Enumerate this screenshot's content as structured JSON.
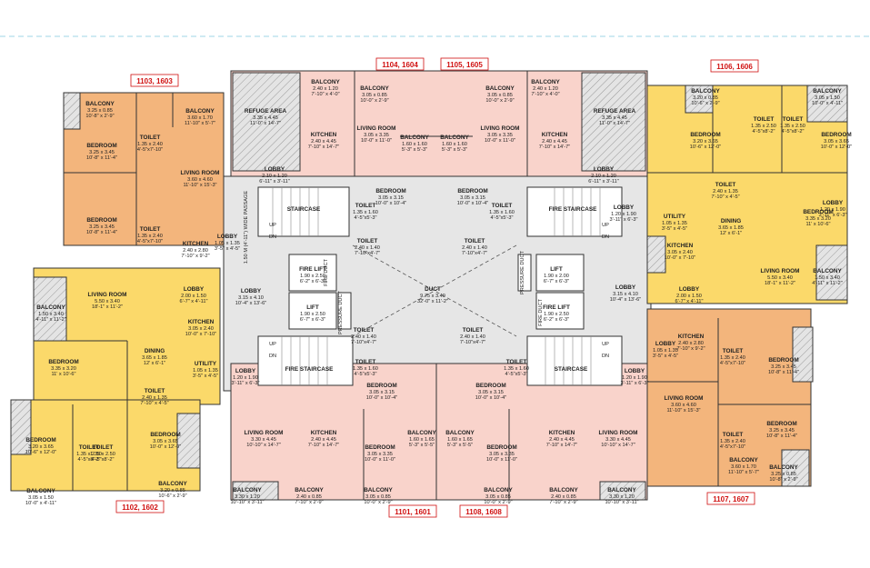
{
  "unit_tags": [
    {
      "text": "1103, 1603"
    },
    {
      "text": "1104, 1604"
    },
    {
      "text": "1105, 1605"
    },
    {
      "text": "1106, 1606"
    },
    {
      "text": "1102, 1602"
    },
    {
      "text": "1101, 1601"
    },
    {
      "text": "1108, 1608"
    },
    {
      "text": "1107, 1607"
    }
  ],
  "colors": {
    "orange": "#f3b57c",
    "yellow": "#fbd96a",
    "pink": "#f9d3cb",
    "grey": "#e0e0e0",
    "balcony": "#dcdcdc",
    "wall": "#333333",
    "tag_red": "#d01010",
    "dash": "#9fd4e6"
  },
  "rooms": [
    {
      "name": "BALCONY",
      "dim": "3.25 x 0.85",
      "imp": "10'-8\" x 2'-9\""
    },
    {
      "name": "BALCONY",
      "dim": "3.60 x 1.70",
      "imp": "11'-10\" x 5'-7\""
    },
    {
      "name": "BEDROOM",
      "dim": "3.25 x 3.45",
      "imp": "10'-8\" x 11'-4\""
    },
    {
      "name": "TOILET",
      "dim": "1.35 x 2.40",
      "imp": "4'-5\"x7'-10\""
    },
    {
      "name": "LIVING ROOM",
      "dim": "3.60 x 4.60",
      "imp": "11'-10\" x 15'-3\""
    },
    {
      "name": "BEDROOM",
      "dim": "3.25 x 3.45",
      "imp": "10'-8\" x 11'-4\""
    },
    {
      "name": "TOILET",
      "dim": "1.35 x 2.40",
      "imp": "4'-5\"x7'-10\""
    },
    {
      "name": "KITCHEN",
      "dim": "2.40 x 2.80",
      "imp": "7'-10\" x 9'-2\""
    },
    {
      "name": "LOBBY",
      "dim": "1.05 x 1.35",
      "imp": "3'-5\" x 4'-5\""
    },
    {
      "name": "REFUGE AREA",
      "dim": "3.35 x 4.45",
      "imp": "11'-0\" x 14'-7\""
    },
    {
      "name": "BALCONY",
      "dim": "2.40 x 1.20",
      "imp": "7'-10\" x 4'-0\""
    },
    {
      "name": "BALCONY",
      "dim": "3.05 x 0.85",
      "imp": "10'-0\" x 2'-9\""
    },
    {
      "name": "KITCHEN",
      "dim": "2.40 x 4.45",
      "imp": "7'-10\" x 14'-7\""
    },
    {
      "name": "LIVING ROOM",
      "dim": "3.05 x 3.35",
      "imp": "10'-0\" x 11'-0\""
    },
    {
      "name": "BALCONY",
      "dim": "1.60 x 1.60",
      "imp": "5'-3\" x 5'-3\""
    },
    {
      "name": "BALCONY",
      "dim": "1.60 x 1.60",
      "imp": "5'-3\" x 5'-3\""
    },
    {
      "name": "BALCONY",
      "dim": "3.05 x 0.85",
      "imp": "10'-0\" x 2'-9\""
    },
    {
      "name": "BALCONY",
      "dim": "2.40 x 1.20",
      "imp": "7'-10\" x 4'-0\""
    },
    {
      "name": "LIVING ROOM",
      "dim": "3.05 x 3.35",
      "imp": "10'-0\" x 11'-0\""
    },
    {
      "name": "KITCHEN",
      "dim": "2.40 x 4.45",
      "imp": "7'-10\" x 14'-7\""
    },
    {
      "name": "REFUGE AREA",
      "dim": "3.35 x 4.45",
      "imp": "11'-0\" x 14'-7\""
    },
    {
      "name": "LOBBY",
      "dim": "2.10 x 1.20",
      "imp": "6'-11\" x 3'-11\""
    },
    {
      "name": "LOBBY",
      "dim": "2.10 x 1.20",
      "imp": "6'-11\" x 3'-11\""
    },
    {
      "name": "BEDROOM",
      "dim": "3.05 x 3.15",
      "imp": "10'-0\" x 10'-4\""
    },
    {
      "name": "BEDROOM",
      "dim": "3.05 x 3.15",
      "imp": "10'-0\" x 10'-4\""
    },
    {
      "name": "TOILET",
      "dim": "1.35 x 1.60",
      "imp": "4'-5\"x5'-3\""
    },
    {
      "name": "TOILET",
      "dim": "1.35 x 1.60",
      "imp": "4'-5\"x5'-3\""
    },
    {
      "name": "STAIRCASE",
      "dim": "",
      "imp": ""
    },
    {
      "name": "FIRE STAIRCASE",
      "dim": "",
      "imp": ""
    },
    {
      "name": "TOILET",
      "dim": "2.40 x 1.40",
      "imp": "7'-10\"x4'-7\""
    },
    {
      "name": "TOILET",
      "dim": "2.40 x 1.40",
      "imp": "7'-10\"x4'-7\""
    },
    {
      "name": "BALCONY",
      "dim": "3.20 x 0.85",
      "imp": "10'-6\" x 2'-9\""
    },
    {
      "name": "BALCONY",
      "dim": "3.05 x 1.50",
      "imp": "10'-0\" x 4'-11\""
    },
    {
      "name": "BEDROOM",
      "dim": "3.20 x 3.65",
      "imp": "10'-6\" x 12'-0\""
    },
    {
      "name": "TOILET",
      "dim": "1.35 x 2.50",
      "imp": "4'-5\"x8'-2\""
    },
    {
      "name": "TOILET",
      "dim": "1.35 x 2.50",
      "imp": "4'-5\"x8'-2\""
    },
    {
      "name": "BEDROOM",
      "dim": "3.05 x 3.65",
      "imp": "10'-0\" x 12'-0\""
    },
    {
      "name": "TOILET",
      "dim": "2.40 x 1.35",
      "imp": "7'-10\" x 4'-5\""
    },
    {
      "name": "BEDROOM",
      "dim": "3.35 x 3.20",
      "imp": "11' x 10'-6\""
    },
    {
      "name": "LOBBY",
      "dim": "1.20 x 1.90",
      "imp": "3'-11\" x 6'-3\""
    },
    {
      "name": "UTILITY",
      "dim": "1.05 x 1.35",
      "imp": "3'-5\" x 4'-5\""
    },
    {
      "name": "DINING",
      "dim": "3.65 x 1.85",
      "imp": "12' x 6'-1\""
    },
    {
      "name": "KITCHEN",
      "dim": "3.05 x 2.40",
      "imp": "10'-0\" x 7'-10\""
    },
    {
      "name": "LIVING ROOM",
      "dim": "5.50 x 3.40",
      "imp": "18'-1\" x 11'-2\""
    },
    {
      "name": "BALCONY",
      "dim": "1.50 x 3.40",
      "imp": "4'-11\" x 11'-2\""
    },
    {
      "name": "LOBBY",
      "dim": "2.00 x 1.50",
      "imp": "6'-7\" x 4'-11\""
    },
    {
      "name": "LOBBY",
      "dim": "3.15 x 4.10",
      "imp": "10'-4\" x 13'-6\""
    },
    {
      "name": "FIRE LIFT",
      "dim": "1.90 x 2.50",
      "imp": "6'-2\" x 6'-3\""
    },
    {
      "name": "LIFT",
      "dim": "1.90 x 2.50",
      "imp": "6'-7\" x 6'-3\""
    },
    {
      "name": "DUCT",
      "dim": "9.75 x 3.40",
      "imp": "32'-0\" x 11'-2\""
    },
    {
      "name": "LIFT",
      "dim": "1.90 x 2.00",
      "imp": "6'-7\" x 6'-3\""
    },
    {
      "name": "FIRE LIFT",
      "dim": "1.90 x 2.50",
      "imp": "6'-2\" x 6'-3\""
    },
    {
      "name": "LOBBY",
      "dim": "3.15 x 4.10",
      "imp": "10'-4\" x 13'-6\""
    },
    {
      "name": "LOBBY",
      "dim": "1.20 x 1.90",
      "imp": "3'-11\" x 6'-3\""
    },
    {
      "name": "BALCONY",
      "dim": "1.50 x 3.40",
      "imp": "4'-11\" x 11'-2\""
    },
    {
      "name": "LIVING ROOM",
      "dim": "5.50 x 3.40",
      "imp": "18'-1\" x 11'-2\""
    },
    {
      "name": "LOBBY",
      "dim": "2.00 x 1.50",
      "imp": "6'-7\" x 4'-11\""
    },
    {
      "name": "KITCHEN",
      "dim": "3.05 x 2.40",
      "imp": "10'-0\" x 7'-10\""
    },
    {
      "name": "DINING",
      "dim": "3.65 x 1.85",
      "imp": "12' x 6'-1\""
    },
    {
      "name": "UTILITY",
      "dim": "1.05 x 1.35",
      "imp": "3'-5\" x 4'-5\""
    },
    {
      "name": "BEDROOM",
      "dim": "3.35 x 3.20",
      "imp": "11' x 10'-6\""
    },
    {
      "name": "TOILET",
      "dim": "2.40 x 1.35",
      "imp": "7'-10\" x 4'-5\""
    },
    {
      "name": "BEDROOM",
      "dim": "3.05 x 3.65",
      "imp": "10'-0\" x 12'-0\""
    },
    {
      "name": "TOILET",
      "dim": "1.35 x 2.50",
      "imp": "4'-5\"x8'-2\""
    },
    {
      "name": "TOILET",
      "dim": "1.35 x 2.50",
      "imp": "4'-5\"x8'-2\""
    },
    {
      "name": "BEDROOM",
      "dim": "3.20 x 3.65",
      "imp": "10'-6\" x 12'-0\""
    },
    {
      "name": "BALCONY",
      "dim": "3.05 x 1.50",
      "imp": "10'-0\" x 4'-11\""
    },
    {
      "name": "BALCONY",
      "dim": "3.20 x 0.85",
      "imp": "10'-6\" x 2'-9\""
    },
    {
      "name": "TOILET",
      "dim": "2.40 x 1.40",
      "imp": "7'-10\"x4'-7\""
    },
    {
      "name": "TOILET",
      "dim": "2.40 x 1.40",
      "imp": "7'-10\"x4'-7\""
    },
    {
      "name": "FIRE STAIRCASE",
      "dim": "",
      "imp": ""
    },
    {
      "name": "STAIRCASE",
      "dim": "",
      "imp": ""
    },
    {
      "name": "TOILET",
      "dim": "1.35 x 1.60",
      "imp": "4'-5\"x5'-3\""
    },
    {
      "name": "TOILET",
      "dim": "1.35 x 1.60",
      "imp": "4'-5\"x5'-3\""
    },
    {
      "name": "BEDROOM",
      "dim": "3.05 x 3.15",
      "imp": "10'-0\" x 10'-4\""
    },
    {
      "name": "BEDROOM",
      "dim": "3.05 x 3.15",
      "imp": "10'-0\" x 10'-4\""
    },
    {
      "name": "LOBBY",
      "dim": "1.20 x 1.90",
      "imp": "3'-11\" x 6'-3\""
    },
    {
      "name": "LOBBY",
      "dim": "1.20 x 1.90",
      "imp": "3'-11\" x 6'-3\""
    },
    {
      "name": "LIVING ROOM",
      "dim": "3.30 x 4.45",
      "imp": "10'-10\" x 14'-7\""
    },
    {
      "name": "KITCHEN",
      "dim": "2.40 x 4.45",
      "imp": "7'-10\" x 14'-7\""
    },
    {
      "name": "BEDROOM",
      "dim": "3.05 x 3.35",
      "imp": "10'-0\" x 11'-0\""
    },
    {
      "name": "BALCONY",
      "dim": "1.60 x 1.65",
      "imp": "5'-3\" x 5'-5\""
    },
    {
      "name": "BALCONY",
      "dim": "1.60 x 1.65",
      "imp": "5'-3\" x 5'-5\""
    },
    {
      "name": "BEDROOM",
      "dim": "3.05 x 3.35",
      "imp": "10'-0\" x 11'-0\""
    },
    {
      "name": "KITCHEN",
      "dim": "2.40 x 4.45",
      "imp": "7'-10\" x 14'-7\""
    },
    {
      "name": "LIVING ROOM",
      "dim": "3.30 x 4.45",
      "imp": "10'-10\" x 14'-7\""
    },
    {
      "name": "BALCONY",
      "dim": "3.30 x 1.20",
      "imp": "10'-10\" x 3'-11\""
    },
    {
      "name": "BALCONY",
      "dim": "2.40 x 0.85",
      "imp": "7'-10\" x 2'-9\""
    },
    {
      "name": "BALCONY",
      "dim": "3.05 x 0.85",
      "imp": "10'-0\" x 2'-9\""
    },
    {
      "name": "BALCONY",
      "dim": "3.05 x 0.85",
      "imp": "10'-0\" x 2'-9\""
    },
    {
      "name": "BALCONY",
      "dim": "2.40 x 0.85",
      "imp": "7'-10\" x 2'-9\""
    },
    {
      "name": "BALCONY",
      "dim": "3.30 x 1.20",
      "imp": "10'-10\" x 3'-11\""
    },
    {
      "name": "LOBBY",
      "dim": "1.05 x 1.35",
      "imp": "3'-5\" x 4'-5\""
    },
    {
      "name": "KITCHEN",
      "dim": "2.40 x 2.80",
      "imp": "7'-10\" x 9'-2\""
    },
    {
      "name": "TOILET",
      "dim": "1.35 x 2.40",
      "imp": "4'-5\"x7'-10\""
    },
    {
      "name": "BEDROOM",
      "dim": "3.25 x 3.45",
      "imp": "10'-8\" x 11'-4\""
    },
    {
      "name": "LIVING ROOM",
      "dim": "3.60 x 4.60",
      "imp": "11'-10\" x 15'-3\""
    },
    {
      "name": "TOILET",
      "dim": "1.35 x 2.40",
      "imp": "4'-5\"x7'-10\""
    },
    {
      "name": "BEDROOM",
      "dim": "3.25 x 3.45",
      "imp": "10'-8\" x 11'-4\""
    },
    {
      "name": "BALCONY",
      "dim": "3.60 x 1.70",
      "imp": "11'-10\" x 5'-7\""
    },
    {
      "name": "BALCONY",
      "dim": "3.25 x 0.85",
      "imp": "10'-8\" x 2'-9\""
    }
  ],
  "labels": [
    {
      "text": "UP"
    },
    {
      "text": "DN"
    },
    {
      "text": "UP"
    },
    {
      "text": "DN"
    },
    {
      "text": "UP"
    },
    {
      "text": "DN"
    },
    {
      "text": "UP"
    },
    {
      "text": "DN"
    },
    {
      "text": "1.50 M (4'-11\") WIDE PASSAGE"
    },
    {
      "text": "PRESSURE DUCT"
    },
    {
      "text": "PRESSURE DUCT"
    },
    {
      "text": "FIRE DUCT"
    },
    {
      "text": "FIRE DUCT"
    }
  ]
}
